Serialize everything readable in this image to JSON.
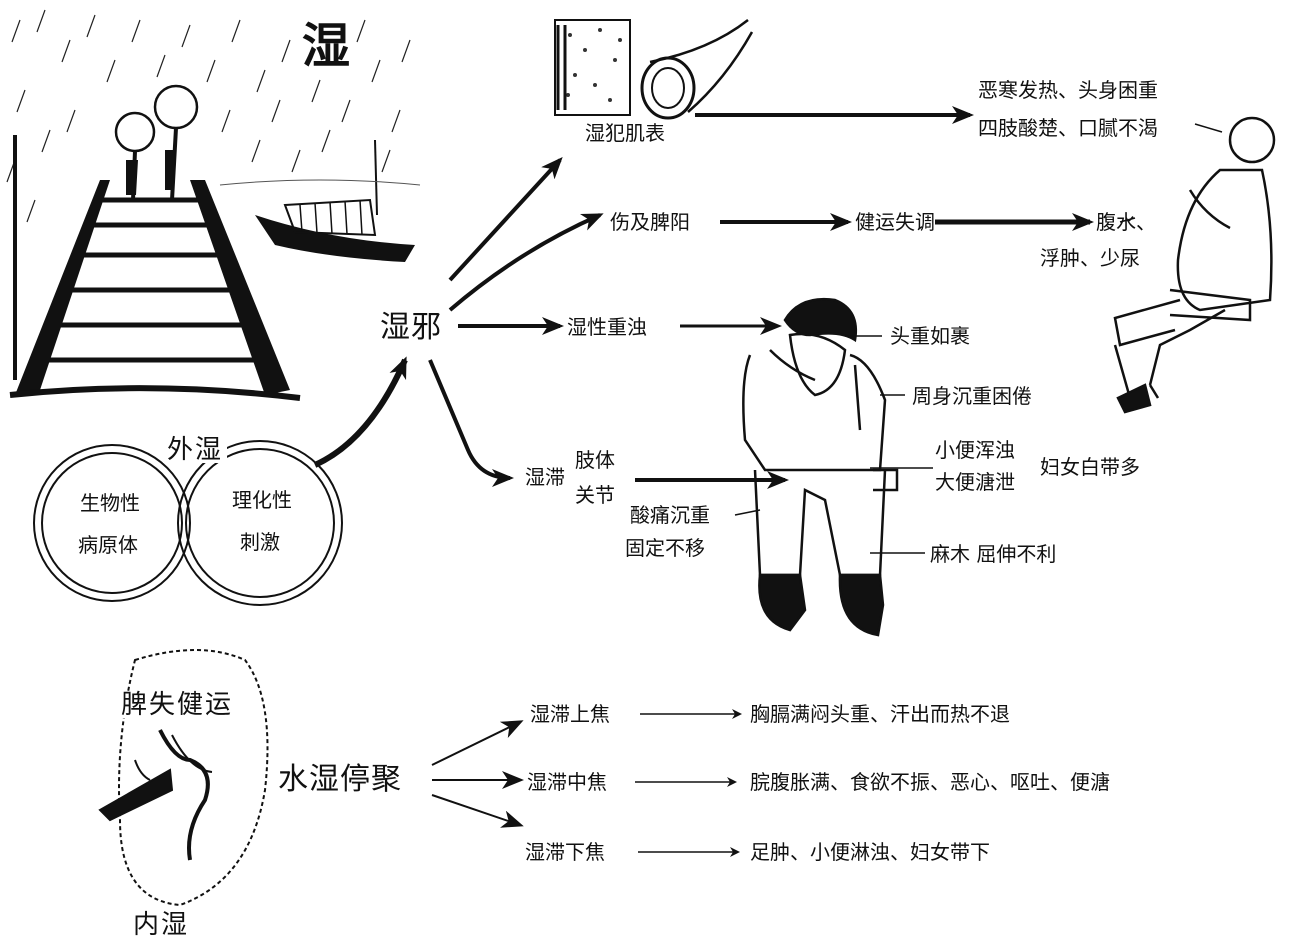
{
  "title": "湿",
  "external": {
    "label": "外湿",
    "left_circle": {
      "line1": "生物性",
      "line2": "病原体"
    },
    "right_circle": {
      "line1": "理化性",
      "line2": "刺激"
    }
  },
  "center": "湿邪",
  "paths": {
    "skin": {
      "label": "湿犯肌表",
      "effect_line1": "恶寒发热、头身困重",
      "effect_line2": "四肢酸楚、口腻不渴"
    },
    "spleen": {
      "label": "伤及脾阳",
      "mid": "健运失调",
      "effect_line1": "腹水、",
      "effect_line2": "浮肿、少尿"
    },
    "turbid": {
      "label": "湿性重浊",
      "head": "头重如裹",
      "body": "周身沉重困倦",
      "urine": "小便浑浊",
      "stool": "大便溏泄",
      "women": "妇女白带多"
    },
    "joints": {
      "label": "湿滞",
      "sub_line1": "肢体",
      "sub_line2": "关节",
      "pain_line1": "酸痛沉重",
      "pain_line2": "固定不移",
      "numb": "麻木 屈伸不利"
    }
  },
  "internal": {
    "top_label": "脾失健运",
    "bottom_label": "内湿",
    "center": "水湿停聚",
    "rows": [
      {
        "label": "湿滞上焦",
        "effect": "胸膈满闷头重、汗出而热不退"
      },
      {
        "label": "湿滞中焦",
        "effect": "脘腹胀满、食欲不振、恶心、呕吐、便溏"
      },
      {
        "label": "湿滞下焦",
        "effect": "足肿、小便淋浊、妇女带下"
      }
    ]
  }
}
